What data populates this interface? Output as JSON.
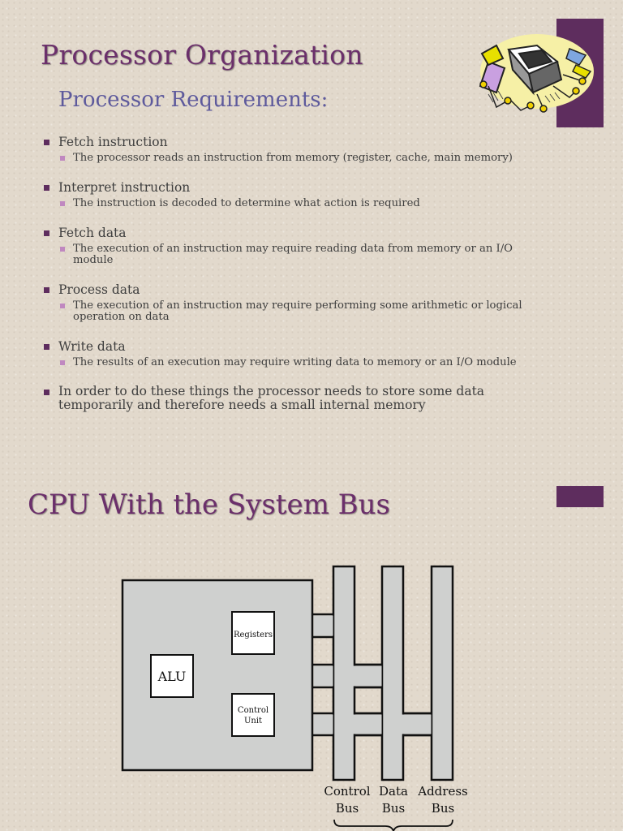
{
  "slide1": {
    "title": "Processor Organization",
    "subtitle": "Processor Requirements:",
    "items": [
      {
        "label": "Fetch instruction",
        "detail": "The processor reads an instruction from memory (register, cache, main memory)"
      },
      {
        "label": "Interpret instruction",
        "detail": "The instruction is decoded to determine what action is required"
      },
      {
        "label": "Fetch data",
        "detail": "The execution of an instruction may require reading data from memory or an I/O module"
      },
      {
        "label": "Process data",
        "detail": "The execution of an instruction may require performing some arithmetic or logical operation on data"
      },
      {
        "label": "Write data",
        "detail": "The results of an execution may require writing data to memory or an I/O module"
      },
      {
        "label": "In order to do these things the processor needs to store some data temporarily and therefore needs a small internal memory"
      }
    ],
    "clipart_icon": "circuit-chip-icon"
  },
  "slide2": {
    "title": "CPU With the System Bus",
    "diagram": {
      "alu": "ALU",
      "registers": "Registers",
      "control_unit": [
        "Control",
        "Unit"
      ],
      "buses": [
        {
          "line1": "Control",
          "line2": "Bus"
        },
        {
          "line1": "Data",
          "line2": "Bus"
        },
        {
          "line1": "Address",
          "line2": "Bus"
        }
      ]
    }
  },
  "colors": {
    "accent": "#5e2d5e",
    "title": "#6b2f6b",
    "subtitle": "#5e5a9c",
    "background": "#e2d9cc"
  }
}
